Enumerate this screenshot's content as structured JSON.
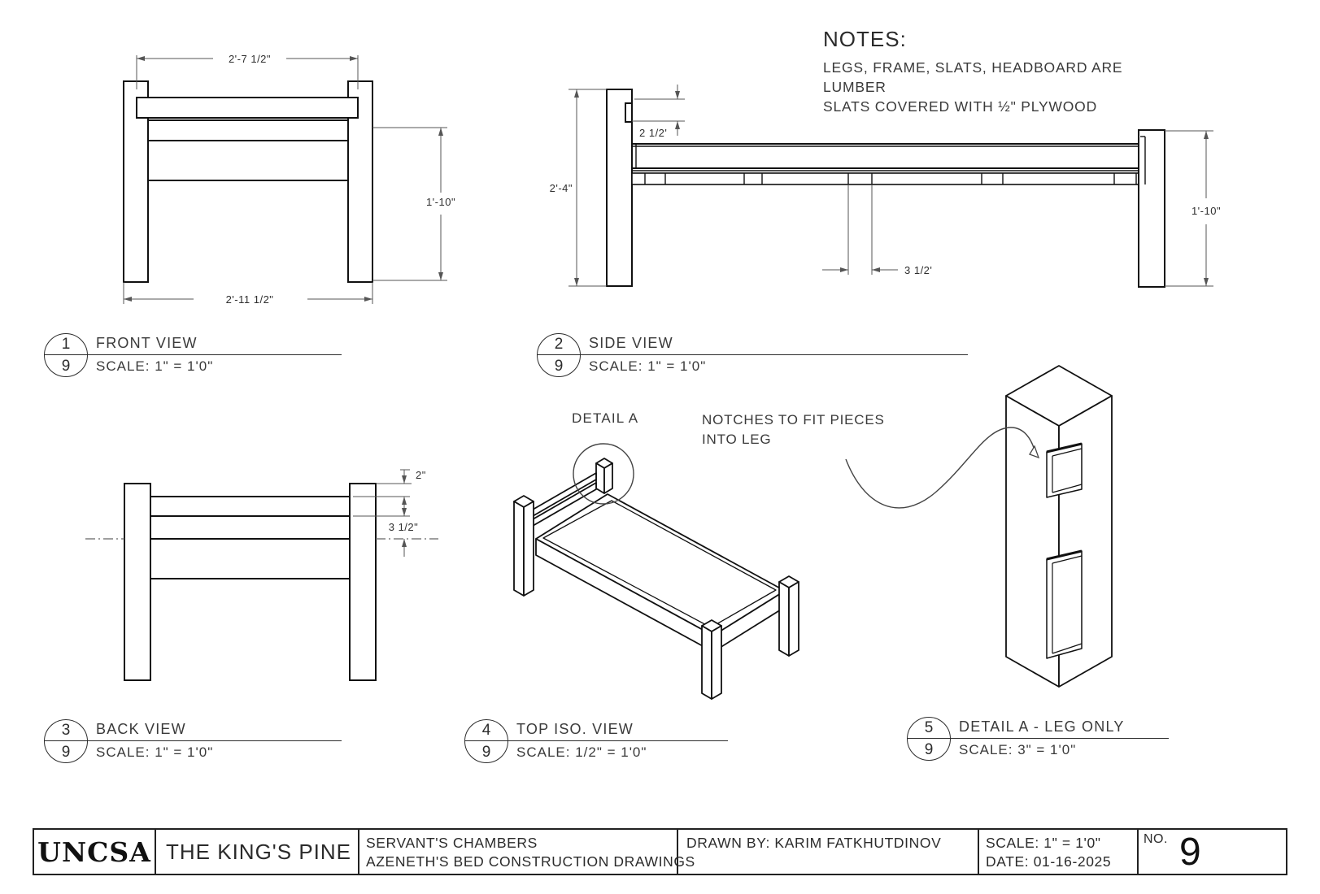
{
  "colors": {
    "line": "#111111",
    "dim": "#555555",
    "text": "#333333",
    "background": "#ffffff"
  },
  "notes": {
    "title": "NOTES:",
    "lines": [
      "LEGS, FRAME, SLATS, HEADBOARD ARE",
      "LUMBER",
      "SLATS COVERED WITH ½\" PLYWOOD"
    ]
  },
  "views": {
    "front": {
      "num": "1",
      "den": "9",
      "title": "FRONT VIEW",
      "scale": "SCALE: 1\" = 1'0\"",
      "dims": {
        "width_top": "2'-7 1/2\"",
        "height": "1'-10\"",
        "width_bottom": "2'-11 1/2\""
      }
    },
    "side": {
      "num": "2",
      "den": "9",
      "title": "SIDE VIEW",
      "scale": "SCALE: 1\" = 1'0\"",
      "dims": {
        "leg_height": "2'-4\"",
        "notch": "2 1/2'",
        "slat_width": "3 1/2'",
        "foot_height": "1'-10\""
      }
    },
    "back": {
      "num": "3",
      "den": "9",
      "title": "BACK VIEW",
      "scale": "SCALE: 1\" = 1'0\"",
      "dims": {
        "top_offset": "2\"",
        "rail": "3 1/2\""
      }
    },
    "iso": {
      "num": "4",
      "den": "9",
      "title": "TOP ISO. VIEW",
      "scale": "SCALE: 1/2\" = 1'0\"",
      "callout": "DETAIL A"
    },
    "detail": {
      "num": "5",
      "den": "9",
      "title": "DETAIL A - LEG ONLY",
      "scale": "SCALE: 3\" = 1'0\"",
      "annotation": "NOTCHES TO FIT PIECES INTO LEG"
    }
  },
  "title_block": {
    "logo": "UNCSA",
    "production": "THE KING'S PINE",
    "scene": "SERVANT'S CHAMBERS",
    "sheet_title": "AZENETH'S BED CONSTRUCTION DRAWINGS",
    "drawn_by": "DRAWN BY: KARIM FATKHUTDINOV",
    "scale": "SCALE: 1\" = 1'0\"",
    "date": "DATE: 01-16-2025",
    "no_label": "NO.",
    "sheet_no": "9"
  }
}
